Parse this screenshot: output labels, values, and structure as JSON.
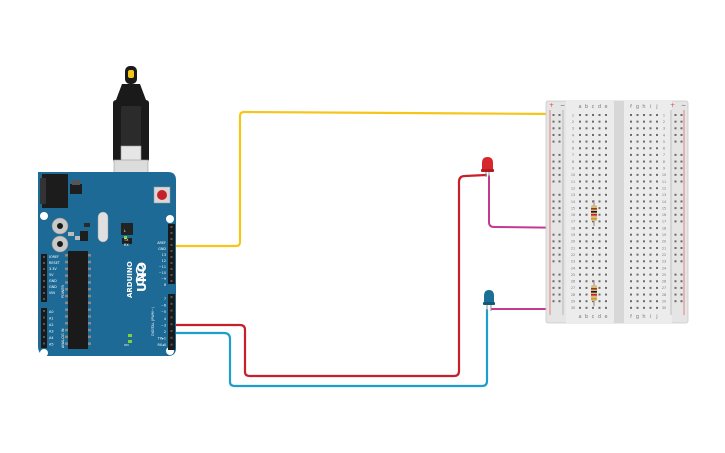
{
  "arduino": {
    "brand": "ARDUINO",
    "model": "UNO",
    "digital_label": "DIGITAL (PWM~)",
    "power_label": "POWER",
    "analog_label": "ANALOG IN",
    "on_label": "ON",
    "tx_label": "TX",
    "rx_label": "RX",
    "l_label": "L",
    "ioref_pins": [
      "IOREF",
      "RESET",
      "3.3V",
      "5V",
      "GND",
      "GND",
      "VIN"
    ],
    "analog_pins": [
      "A0",
      "A1",
      "A2",
      "A3",
      "A4",
      "A5"
    ],
    "digital_pins_top": [
      "AREF",
      "GND",
      "13",
      "12",
      "~11",
      "~10",
      "~9",
      "8"
    ],
    "digital_pins_bottom": [
      "7",
      "~6",
      "~5",
      "4",
      "~3",
      "2",
      "TX▸1",
      "RX◂0"
    ]
  },
  "breadboard": {
    "col_letters_left": [
      "a",
      "b",
      "c",
      "d",
      "e"
    ],
    "col_letters_right": [
      "f",
      "g",
      "h",
      "i",
      "j"
    ],
    "plus_label": "+",
    "minus_label": "−",
    "row_numbers": [
      "1",
      "2",
      "3",
      "4",
      "5",
      "6",
      "7",
      "8",
      "9",
      "10",
      "11",
      "12",
      "13",
      "14",
      "15",
      "16",
      "17",
      "18",
      "19",
      "20",
      "21",
      "22",
      "23",
      "24",
      "25",
      "26",
      "27",
      "28",
      "29",
      "30"
    ]
  },
  "colors": {
    "board": "#1d6a96",
    "wire_yellow": "#f5c518",
    "wire_red": "#c8202a",
    "wire_blue": "#1f9ec9",
    "wire_magenta": "#c43a8e",
    "led_red": "#d7262e",
    "led_blue": "#1a6f96"
  }
}
